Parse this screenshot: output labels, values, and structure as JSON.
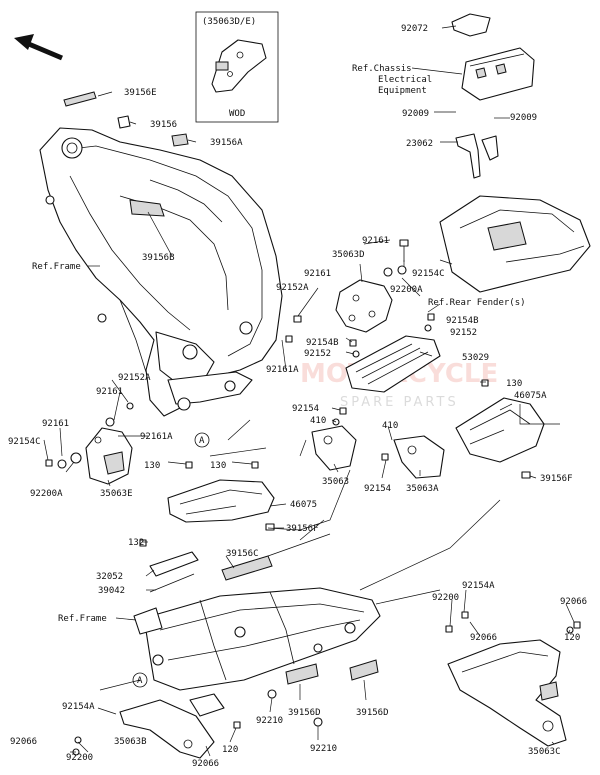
{
  "watermark": {
    "line1": "MOTORCYCLE",
    "line2": "SPARE PARTS"
  },
  "inset": {
    "title": "(35063D/E)",
    "caption": "WOD"
  },
  "callouts": {
    "A1": "A",
    "A2": "A"
  },
  "labels": {
    "p92072": "92072",
    "refChassis1": "Ref.Chassis",
    "refChassis2": "Electrical",
    "refChassis3": "Equipment",
    "p92009a": "92009",
    "p92009b": "92009",
    "p23062": "23062",
    "p39156E": "39156E",
    "p39156": "39156",
    "p39156A": "39156A",
    "p39156B": "39156B",
    "refFrame1": "Ref.Frame",
    "p92161a": "92161",
    "p35063D": "35063D",
    "p92161b": "92161",
    "p92154C_top": "92154C",
    "p92152A_top": "92152A",
    "p92200A_top": "92200A",
    "refRearFender": "Ref.Rear Fender(s)",
    "p92154B_r": "92154B",
    "p92152_r": "92152",
    "p92154B_c": "92154B",
    "p92152_c": "92152",
    "p53029": "53029",
    "p92161A_c": "92161A",
    "p92152A_l": "92152A",
    "p92161_l": "92161",
    "p130_r": "130",
    "p46075A": "46075A",
    "p92154_c": "92154",
    "p410_c": "410",
    "p92161A_l": "92161A",
    "p92161_l2": "92161",
    "p92154C_l": "92154C",
    "p92200A_l": "92200A",
    "p35063E": "35063E",
    "p410_r": "410",
    "p130_a": "130",
    "p130_b": "130",
    "p35063": "35063",
    "p92154_r": "92154",
    "p35063A": "35063A",
    "p39156F_r": "39156F",
    "p46075": "46075",
    "p39156F": "39156F",
    "p132": "132",
    "p39156C": "39156C",
    "p32052": "32052",
    "p39042": "39042",
    "refFrame2": "Ref.Frame",
    "p92154A_r": "92154A",
    "p92200_r": "92200",
    "p92066_r": "92066",
    "p92066_r2": "92066",
    "p120_r": "120",
    "p92154A_l": "92154A",
    "p92066_l": "92066",
    "p92200_l": "92200",
    "p35063B": "35063B",
    "p92066_b": "92066",
    "p120_b": "120",
    "p92210_a": "92210",
    "p39156D_a": "39156D",
    "p39156D_b": "39156D",
    "p92210_b": "92210",
    "p35063C": "35063C"
  }
}
